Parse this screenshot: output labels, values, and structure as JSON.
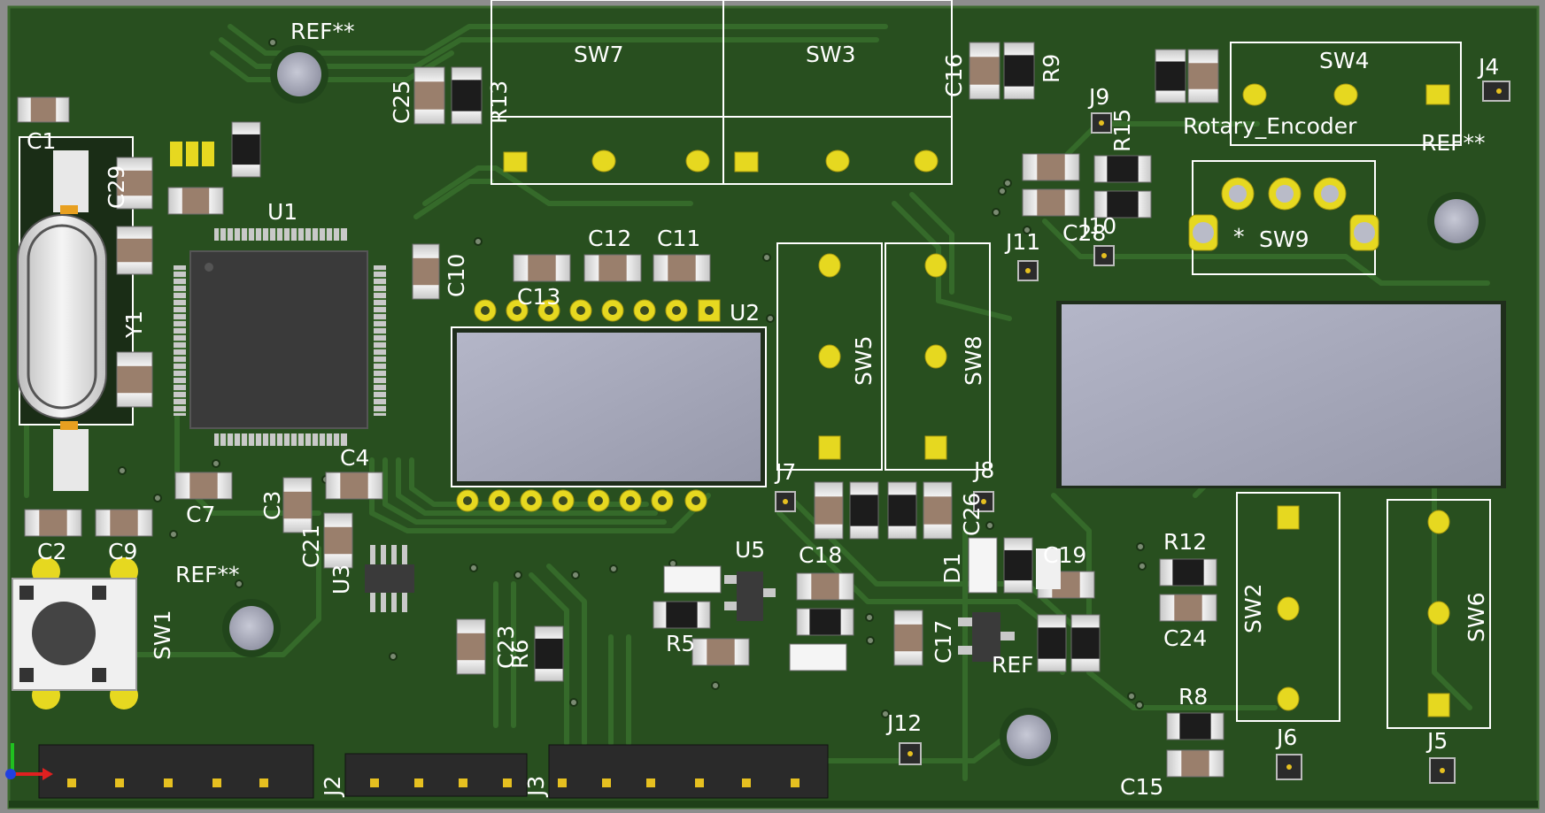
{
  "colors": {
    "background": "#8d8d8d",
    "board": "#284f1f",
    "board_dark": "#1e3f18",
    "trace": "#356a2a",
    "copper_pad": "#e6d820",
    "silkscreen": "#ffffff",
    "ic_body": "#3a3a3a",
    "display_window": "#a3a5b8"
  },
  "labels": {
    "ref_top": "REF**",
    "ref_right": "REF**",
    "ref_left": "REF**",
    "ref_bottom": "REF",
    "u1": "U1",
    "u2": "U2",
    "u3": "U3",
    "u5": "U5",
    "y1": "Y1",
    "sw1": "SW1",
    "sw2": "SW2",
    "sw3": "SW3",
    "sw4": "SW4",
    "sw5": "SW5",
    "sw6": "SW6",
    "sw7": "SW7",
    "sw8": "SW8",
    "sw9": "SW9",
    "sw9_marker": "*",
    "rotary": "Rotary_Encoder",
    "j2": "J2",
    "j3": "J3",
    "j4": "J4",
    "j5": "J5",
    "j6": "J6",
    "j7": "J7",
    "j8": "J8",
    "j9": "J9",
    "j10": "J10",
    "j11": "J11",
    "j12": "J12",
    "d1": "D1",
    "c1": "C1",
    "c2": "C2",
    "c3": "C3",
    "c4": "C4",
    "c7": "C7",
    "c9": "C9",
    "c10": "C10",
    "c11": "C11",
    "c12": "C12",
    "c13": "C13",
    "c15": "C15",
    "c16": "C16",
    "c17": "C17",
    "c18": "C18",
    "c19": "C19",
    "c21": "C21",
    "c23": "C23",
    "c24": "C24",
    "c25": "C25",
    "c26": "C26",
    "c28": "C28",
    "c29": "C29",
    "r5": "R5",
    "r6": "R6",
    "r8": "R8",
    "r9": "R9",
    "r12": "R12",
    "r13": "R13",
    "r15": "R15"
  }
}
